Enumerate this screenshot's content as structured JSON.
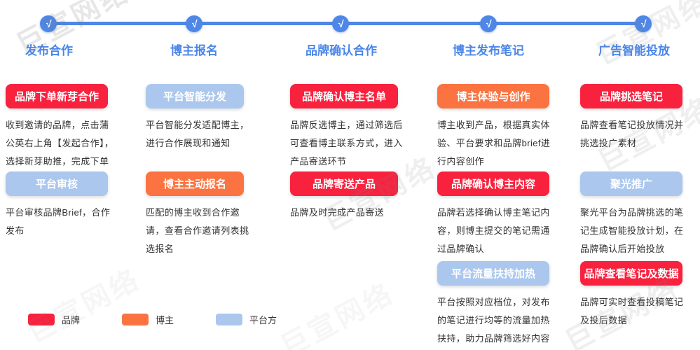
{
  "watermark": {
    "text": "巨宣网络"
  },
  "colors": {
    "brand": "#F8223E",
    "blogger": "#FB7340",
    "platform": "#ABC7ED",
    "timeline": "#4E87E5",
    "stage_label": "#4A86E8",
    "desc_text": "#333333"
  },
  "timeline": {
    "check_glyph": "√",
    "stages": [
      {
        "label": "发布合作"
      },
      {
        "label": "博主报名"
      },
      {
        "label": "品牌确认合作"
      },
      {
        "label": "博主发布笔记"
      },
      {
        "label": "广告智能投放"
      }
    ]
  },
  "columns": [
    {
      "steps": [
        {
          "title": "品牌下单新芽合作",
          "role": "brand",
          "desc": "收到邀请的品牌，点击蒲公英右上角【发起合作】，选择新芽助推，完成下单"
        },
        {
          "title": "平台审核",
          "role": "platform",
          "desc": "平台审核品牌Brief，合作发布"
        }
      ]
    },
    {
      "steps": [
        {
          "title": "平台智能分发",
          "role": "platform",
          "desc": "平台智能分发适配博主，进行合作展现和通知"
        },
        {
          "title": "博主主动报名",
          "role": "blogger",
          "desc": "匹配的博主收到合作邀请，查看合作邀请列表挑选报名"
        }
      ]
    },
    {
      "steps": [
        {
          "title": "品牌确认博主名单",
          "role": "brand",
          "desc": "品牌反选博主，通过筛选后可查看博主联系方式，进入产品寄送环节"
        },
        {
          "title": "品牌寄送产品",
          "role": "brand",
          "desc": "品牌及时完成产品寄送"
        }
      ]
    },
    {
      "steps": [
        {
          "title": "博主体验与创作",
          "role": "blogger",
          "desc": "博主收到产品，根据真实体验、平台要求和品牌brief进行内容创作"
        },
        {
          "title": "品牌确认博主内容",
          "role": "brand",
          "desc": "品牌若选择确认博主笔记内容，则博主提交的笔记需通过品牌确认"
        },
        {
          "title": "平台流量扶持加热",
          "role": "platform",
          "desc": "平台按照对应档位，对发布的笔记进行均等的流量加热扶持，助力品牌筛选好内容"
        }
      ]
    },
    {
      "steps": [
        {
          "title": "品牌挑选笔记",
          "role": "brand",
          "desc": "品牌查看笔记投放情况并挑选投广素材"
        },
        {
          "title": "聚光推广",
          "role": "platform",
          "desc": "聚光平台为品牌挑选的笔记生成智能投放计划，在品牌确认后开始投放"
        },
        {
          "title": "品牌查看笔记及数据",
          "role": "brand",
          "desc": "品牌可实时查看投稿笔记及投后数据"
        }
      ]
    }
  ],
  "legend": [
    {
      "label": "品牌",
      "role": "brand"
    },
    {
      "label": "博主",
      "role": "blogger"
    },
    {
      "label": "平台方",
      "role": "platform"
    }
  ]
}
